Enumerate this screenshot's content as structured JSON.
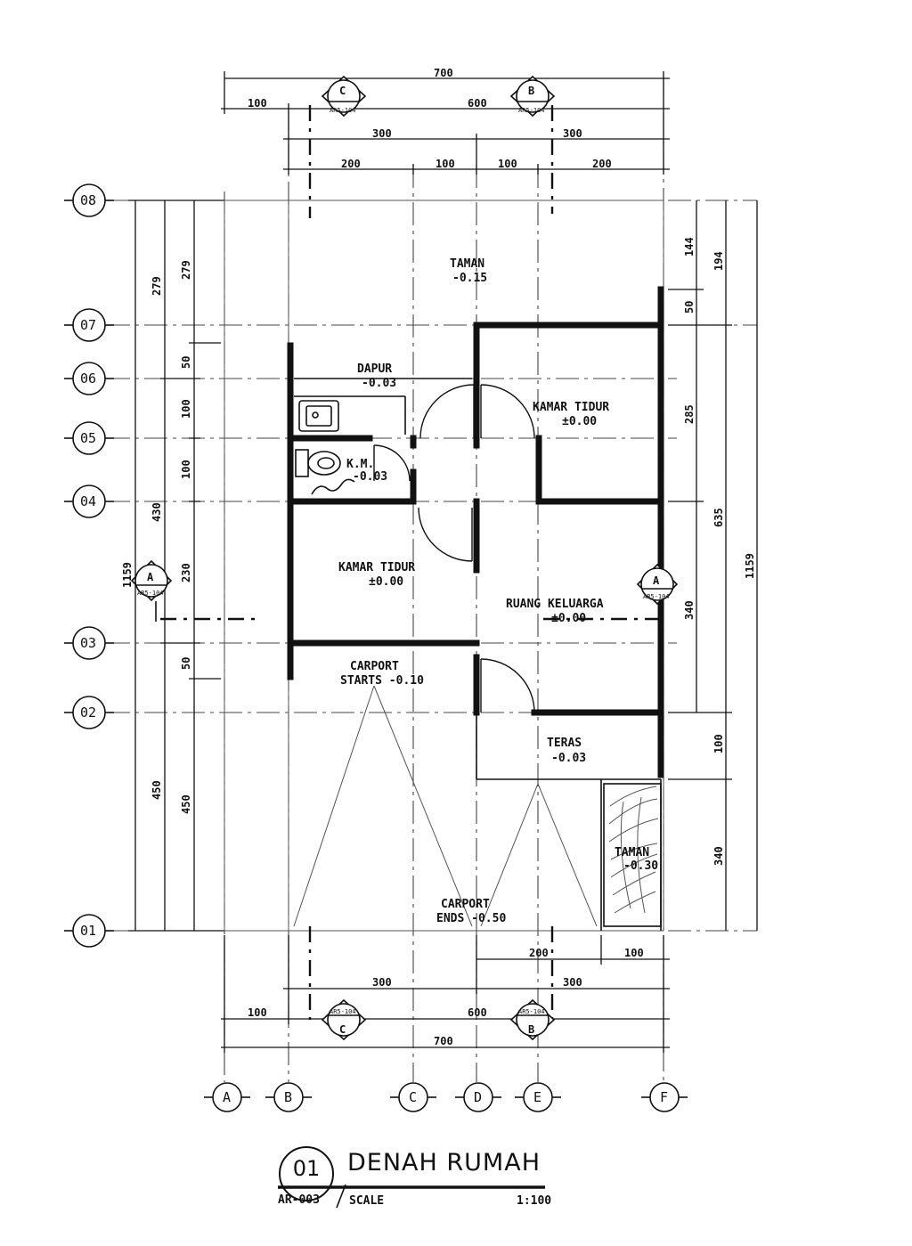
{
  "drawing": {
    "title": "DENAH RUMAH",
    "number": "01",
    "sheet": "AR-003",
    "scale_label": "SCALE",
    "scale_value": "1:100"
  },
  "grid": {
    "columns": [
      "A",
      "B",
      "C",
      "D",
      "E",
      "F"
    ],
    "rows": [
      "08",
      "07",
      "06",
      "05",
      "04",
      "03",
      "02",
      "01"
    ]
  },
  "sections": {
    "C": "C",
    "B": "B",
    "A": "A",
    "ref": "AR5-104"
  },
  "rooms": {
    "taman_top": {
      "name": "TAMAN",
      "level": "-0.15"
    },
    "dapur": {
      "name": "DAPUR",
      "level": "-0.03"
    },
    "kamar_tidur_1": {
      "name": "KAMAR  TIDUR",
      "level": "±0.00"
    },
    "km": {
      "name": "K.M.",
      "level": "-0.03"
    },
    "kamar_tidur_2": {
      "name": "KAMAR  TIDUR",
      "level": "±0.00"
    },
    "ruang_keluarga": {
      "name": "RUANG  KELUARGA",
      "level": "±0.00"
    },
    "carport_start": {
      "name": "CARPORT",
      "level": "STARTS  -0.10"
    },
    "teras": {
      "name": "TERAS",
      "level": "-0.03"
    },
    "taman_side": {
      "name": "TAMAN",
      "level": "-0.30"
    },
    "carport_end": {
      "name": "CARPORT",
      "level": "ENDS  -0.50"
    }
  },
  "dimensions": {
    "top_total": "700",
    "top_100": "100",
    "top_600": "600",
    "top_300a": "300",
    "top_300b": "300",
    "top_200a": "200",
    "top_100a": "100",
    "top_100b": "100",
    "top_200b": "200",
    "left_outer_279": "279",
    "left_inner_279": "279",
    "left_50a": "50",
    "left_100a": "100",
    "left_100b": "100",
    "left_430": "430",
    "left_1159": "1159",
    "left_230": "230",
    "left_50b": "50",
    "left_450a": "450",
    "left_450b": "450",
    "right_144": "144",
    "right_194": "194",
    "right_50": "50",
    "right_285": "285",
    "right_635": "635",
    "right_340": "340",
    "right_1159": "1159",
    "right_100": "100",
    "right_340b": "340",
    "bot_200": "200",
    "bot_100a": "100",
    "bot_300a": "300",
    "bot_300b": "300",
    "bot_100b": "100",
    "bot_600": "600",
    "bot_700": "700"
  }
}
